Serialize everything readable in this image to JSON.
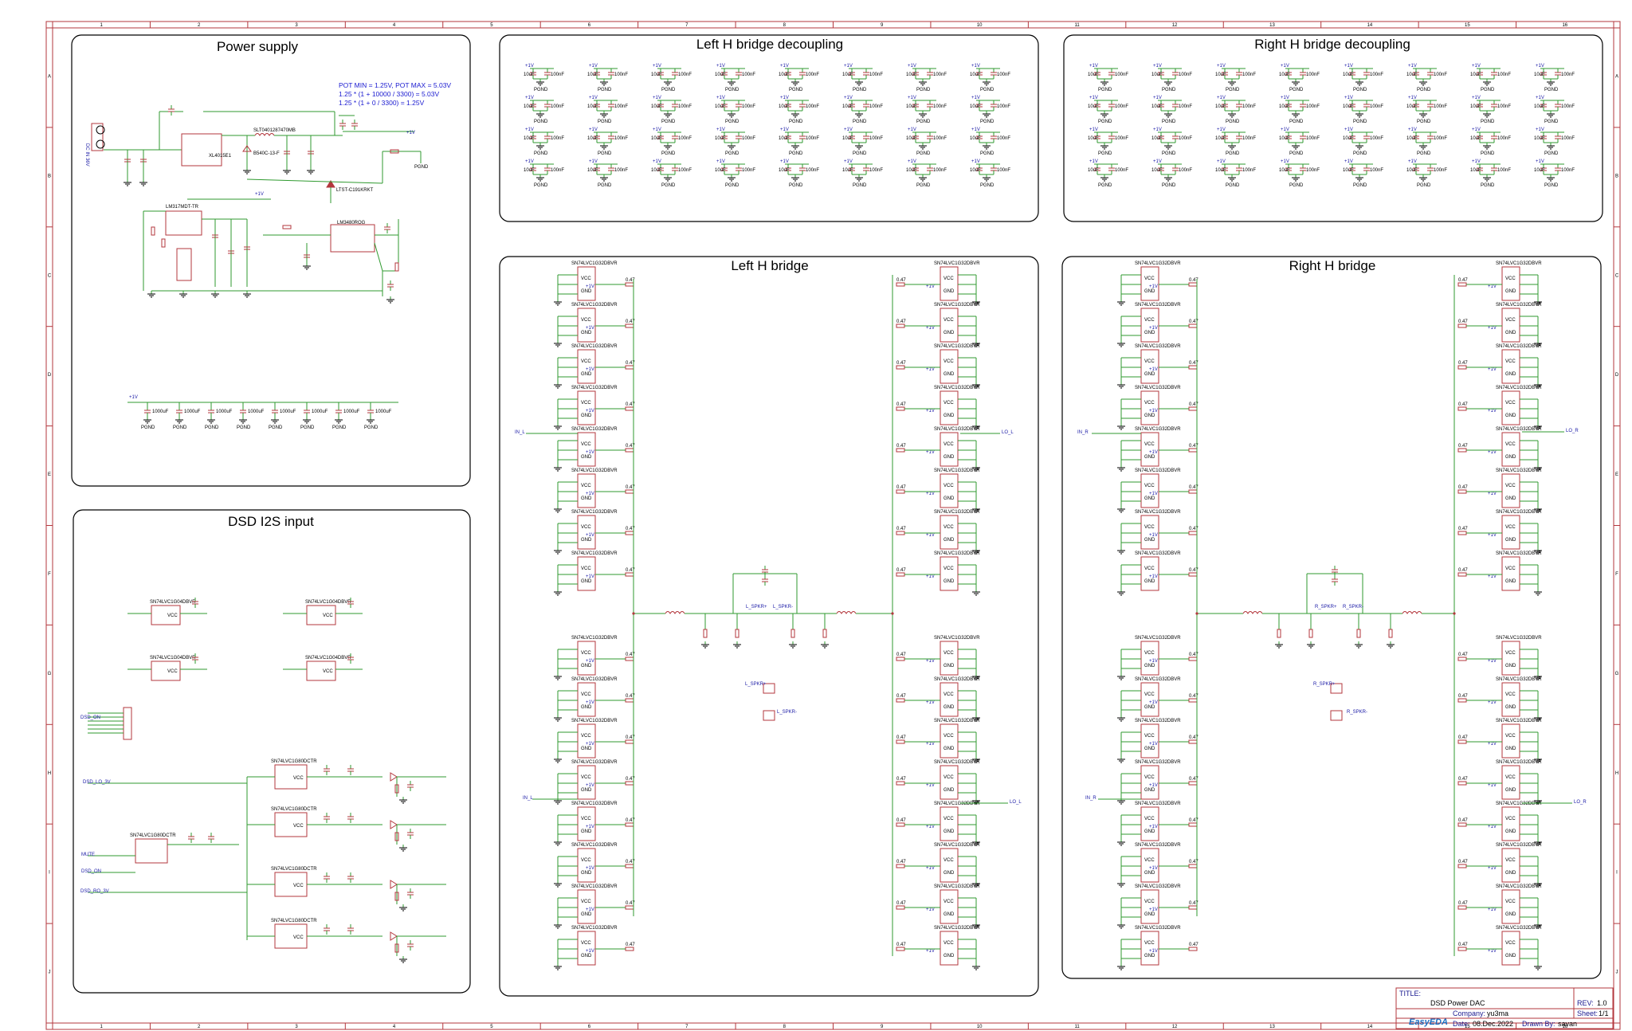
{
  "panels": {
    "power_supply": "Power supply",
    "left_decoupling": "Left H bridge decoupling",
    "right_decoupling": "Right H bridge decoupling",
    "left_bridge": "Left H bridge",
    "right_bridge": "Right H bridge",
    "dsd_input": "DSD I2S input"
  },
  "power_notes": [
    "POT MIN = 1.25V, POT MAX = 5.03V",
    "1.25 * (1 + 10000 / 3300) = 5.03V",
    "1.25 * (1 + 0 / 3300) = 1.25V"
  ],
  "labels": {
    "dc_in": "DC IN 36V",
    "supply_net": "+1V",
    "ground_net": "PGND",
    "inductor": "SLT0401287470MB",
    "regulator": "XL4015E1",
    "ldo": "LM317MDT-TR",
    "ldo2": "LM3480ROG",
    "led": "LTST-C191KRKT",
    "diode": "B540C-13-F",
    "cap_10u": "10uF",
    "cap_100n": "100nF",
    "cap_1000u": "1000uF",
    "ic_buffer": "SN74LVC1G32DBVR",
    "ic_dsd": "SN74LVC1G04DBVR",
    "ic_flip": "SN74LVC1G80DCTR",
    "res_047": "0.47",
    "vcc": "VCC",
    "gnd": "GND",
    "in_l": "IN_L",
    "in_r": "IN_R",
    "lo_l": "LO_L",
    "lo_r": "LO_R",
    "l_spkr_p": "L_SPKR+",
    "l_spkr_n": "L_SPKR-",
    "r_spkr_p": "R_SPKR+",
    "r_spkr_n": "R_SPKR-",
    "mute": "MUTE",
    "dsd_on": "DSD_ON",
    "dsd_lo": "DSD_LO_3V",
    "dsd_ro": "DSD_RO_3V"
  },
  "title_block": {
    "title_label": "TITLE:",
    "title": "DSD Power DAC",
    "rev_label": "REV:",
    "rev": "1.0",
    "company_label": "Company:",
    "company": "yu3ma",
    "sheet_label": "Sheet:",
    "sheet": "1/1",
    "date_label": "Date:",
    "date": "08.Dec.2022",
    "drawn_label": "Drawn By:",
    "drawn": "savan",
    "brand": "EasyEDA"
  },
  "colors": {
    "frame": "#b3373d",
    "wire": "#2f9a2f",
    "part": "#b3373d",
    "net_label": "#1a1aa6",
    "panel_border": "#000000"
  }
}
